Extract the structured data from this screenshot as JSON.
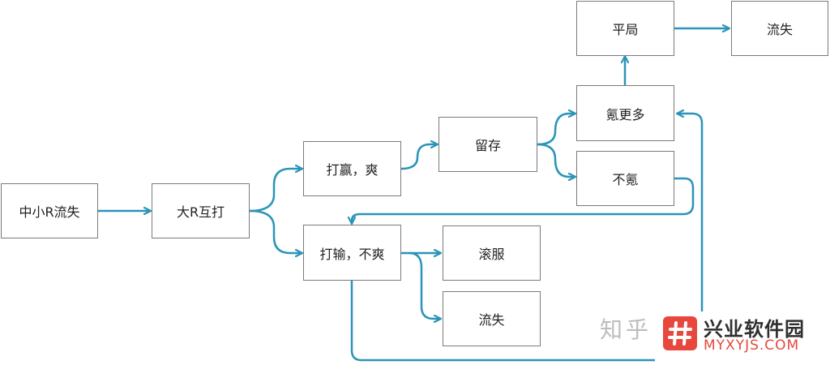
{
  "diagram": {
    "nodes": {
      "small_r_churn": "中小R流失",
      "big_r_fight": "大R互打",
      "win_happy": "打赢，爽",
      "lose_unhappy": "打输，不爽",
      "retain": "留存",
      "pay_more": "氪更多",
      "no_pay": "不氪",
      "draw": "平局",
      "churn_top": "流失",
      "server_hop": "滚服",
      "churn_bottom": "流失"
    },
    "colors": {
      "edge": "#2b94b8",
      "node_border": "#7a7a7a"
    }
  },
  "watermark": {
    "text": "知乎"
  },
  "brand": {
    "name": "兴业软件园",
    "url": "MYXYJS.COM",
    "logo_icon": "hash-icon"
  }
}
